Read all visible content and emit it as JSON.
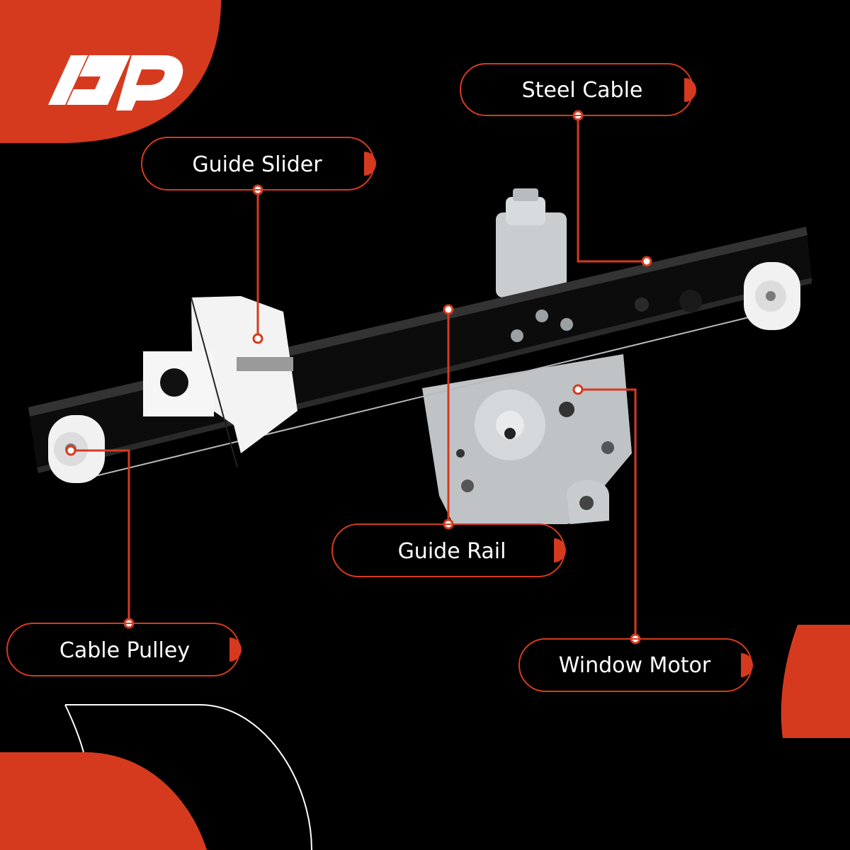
{
  "brand": {
    "logo_text": "AP",
    "accent_color": "#d63a1e",
    "background_color": "#000000",
    "line_color": "#ffffff"
  },
  "callouts": {
    "steel_cable": "Steel Cable",
    "guide_slider": "Guide Slider",
    "guide_rail": "Guide Rail",
    "cable_pulley": "Cable Pulley",
    "window_motor": "Window Motor"
  },
  "product": {
    "name": "window regulator with motor",
    "colors": {
      "rail": "#0c0c0c",
      "plastic": "#f2f2f2",
      "metal": "#bfc3c6"
    }
  }
}
